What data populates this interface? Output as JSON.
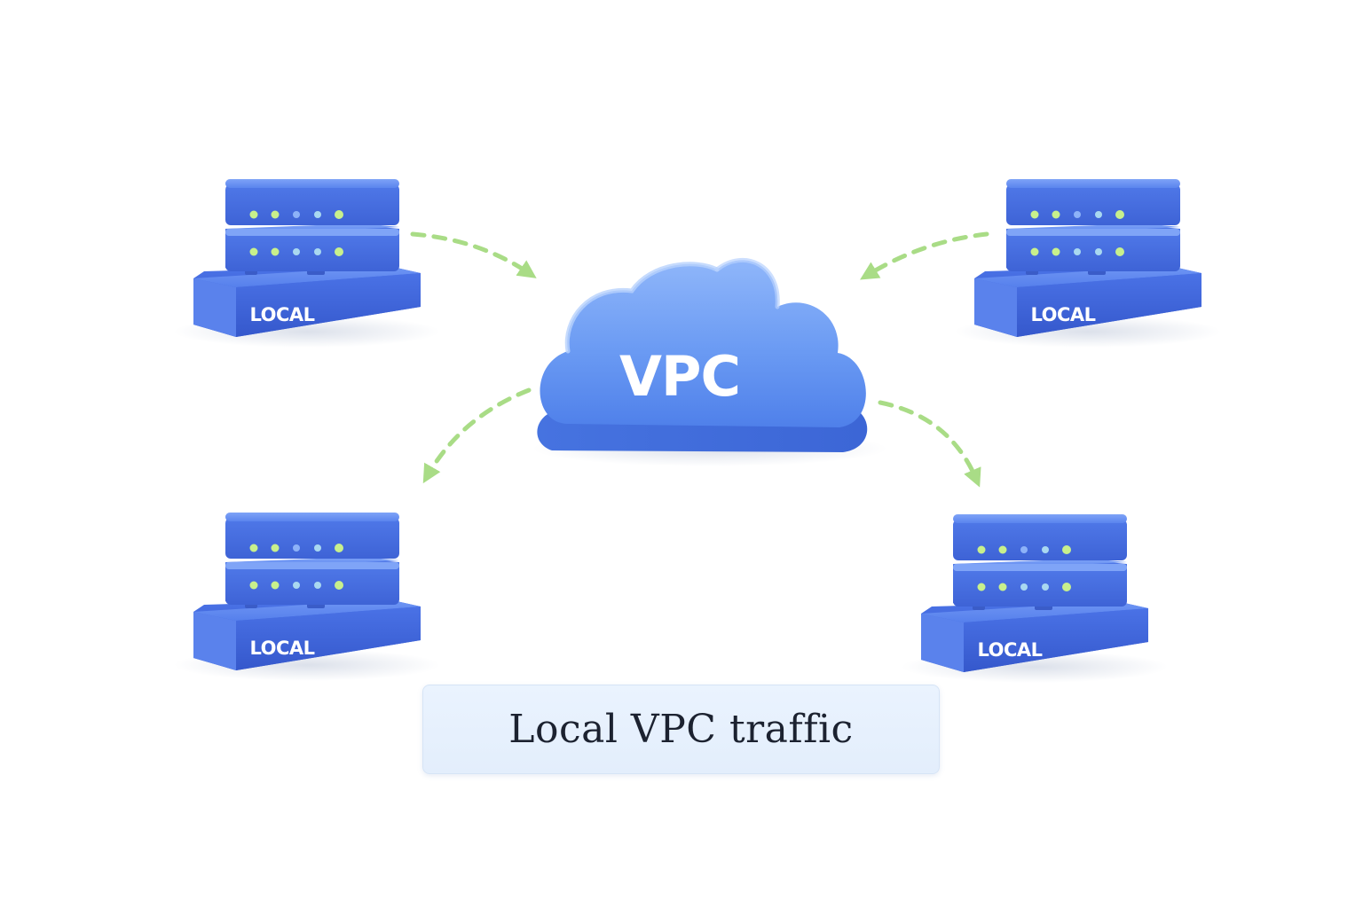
{
  "cloud": {
    "label": "VPC",
    "icon": "cloud-icon"
  },
  "servers": [
    {
      "id": "top-left",
      "label": "LOCAL",
      "icon": "server-rack-icon"
    },
    {
      "id": "top-right",
      "label": "LOCAL",
      "icon": "server-rack-icon"
    },
    {
      "id": "bottom-left",
      "label": "LOCAL",
      "icon": "server-rack-icon"
    },
    {
      "id": "bottom-right",
      "label": "LOCAL",
      "icon": "server-rack-icon"
    }
  ],
  "caption": {
    "text": "Local VPC traffic"
  },
  "colors": {
    "server_blue": "#4a74e6",
    "cloud_blue": "#5b8ef0",
    "arrow_green": "#a9dc86",
    "led_green": "#c8f08c",
    "caption_bg": "#e6f0fd"
  }
}
